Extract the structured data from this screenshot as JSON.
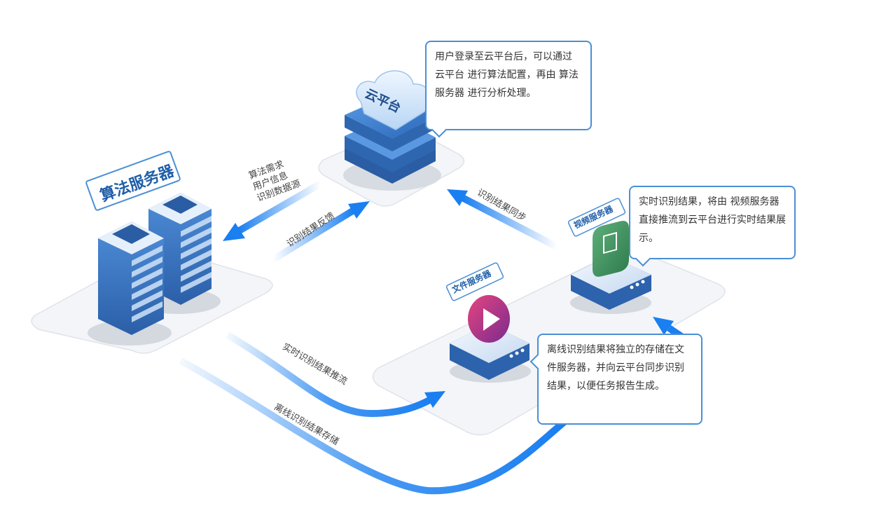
{
  "nodes": {
    "cloud": "云平台",
    "algo_server": "算法服务器",
    "video_server": "视频服务器",
    "file_server": "文件服务器"
  },
  "flows": {
    "algo_req": [
      "算法需求",
      "用户信息",
      "识别数据源"
    ],
    "feedback": "识别结果反馈",
    "sync": "识别结果同步",
    "realtime_push": "实时识别结果推流",
    "offline_store": "离线识别结果存储"
  },
  "callouts": {
    "cloud": "用户登录至云平台后，可以通过 云平台 进行算法配置，再由 算法服务器 进行分析处理。",
    "video": "实时识别结果，将由 视频服务器 直接推流到云平台进行实时结果展示。",
    "file": "离线识别结果将独立的存储在文件服务器，并向云平台同步识别结果，以便任务报告生成。"
  },
  "colors": {
    "accent": "#1a7ff0",
    "server_dark": "#1e4f8f",
    "server_light": "#cfe3f8",
    "platform": "#f2f4f7",
    "video_icon": "#3f8f5e",
    "file_icon": "#c8326e"
  }
}
